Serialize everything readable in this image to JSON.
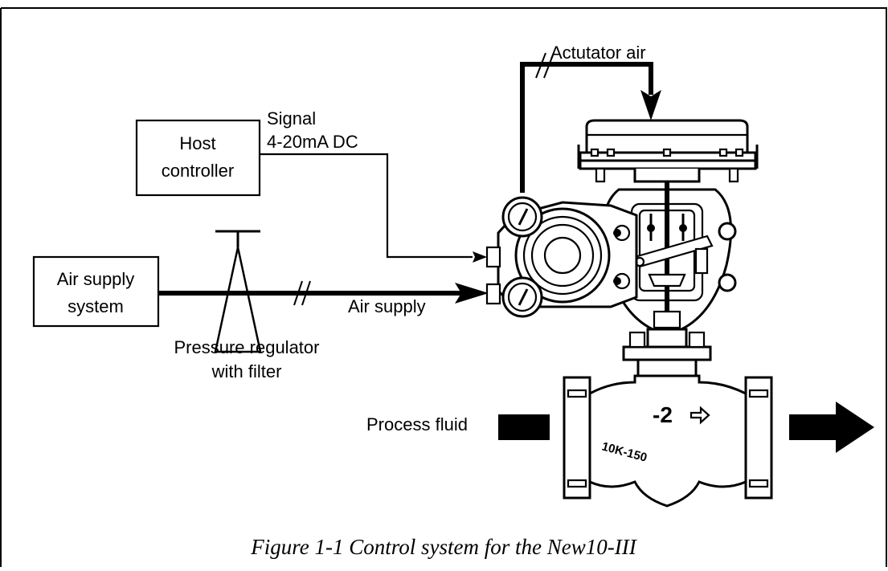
{
  "diagram": {
    "host_controller": {
      "line1": "Host",
      "line2": "controller"
    },
    "air_supply_system": {
      "line1": "Air supply",
      "line2": "system"
    },
    "signal": {
      "line1": "Signal",
      "line2": "4-20mA DC"
    },
    "actuator_air": "Actutator air",
    "air_supply": "Air supply",
    "pressure_regulator": {
      "line1": "Pressure regulator",
      "line2": "with filter"
    },
    "process_fluid": "Process fluid",
    "valve_markings": {
      "size": "-2",
      "rating": "10K-150"
    }
  },
  "caption": "Figure 1-1  Control system for the New10-III"
}
